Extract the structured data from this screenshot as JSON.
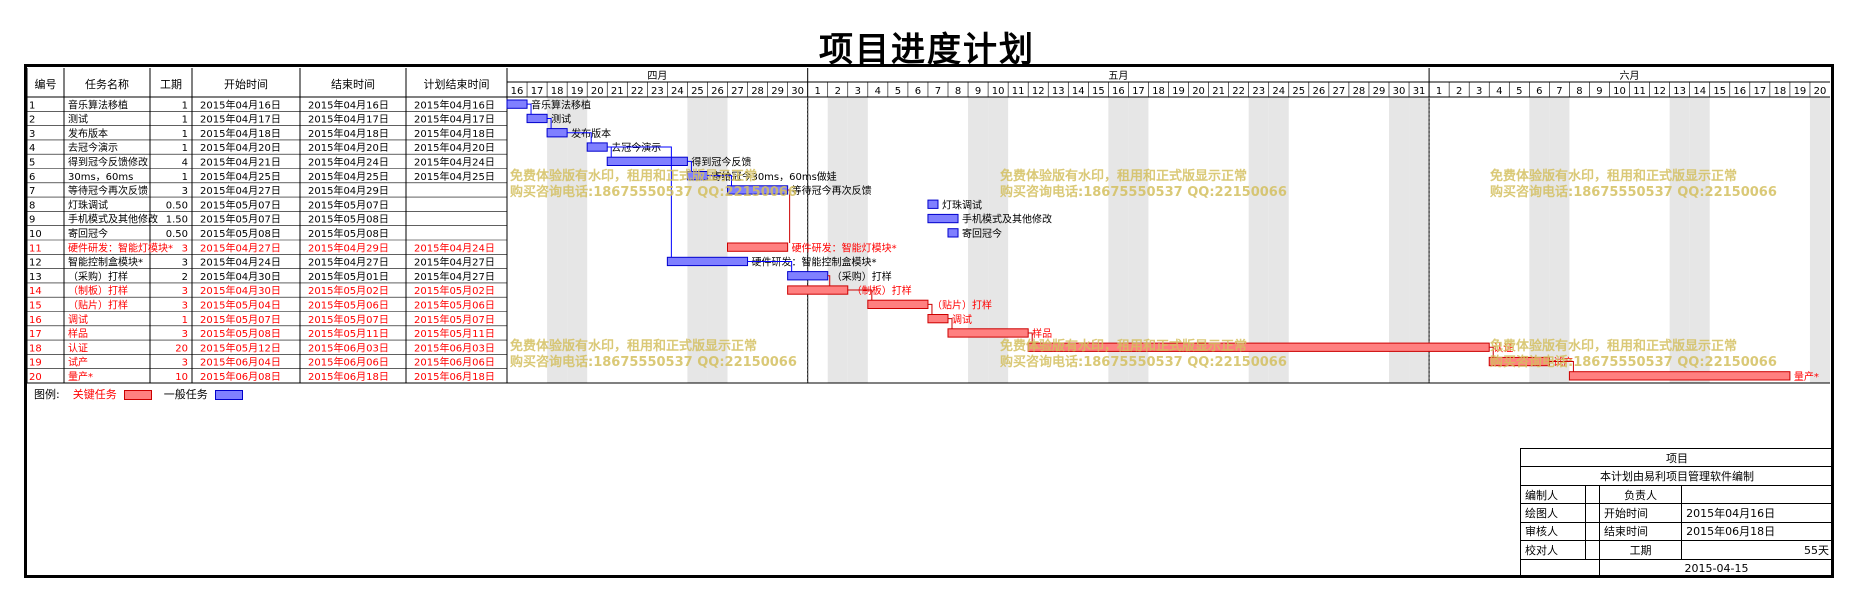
{
  "title": "项目进度计划",
  "columns": [
    "编号",
    "任务名称",
    "工期",
    "开始时间",
    "结束时间",
    "计划结束时间"
  ],
  "months": [
    "四月",
    "五月",
    "六月"
  ],
  "days": [
    16,
    17,
    18,
    19,
    20,
    21,
    22,
    23,
    24,
    25,
    26,
    27,
    28,
    29,
    30,
    1,
    2,
    3,
    4,
    5,
    6,
    7,
    8,
    9,
    10,
    11,
    12,
    13,
    14,
    15,
    16,
    17,
    18,
    19,
    20,
    21,
    22,
    23,
    24,
    25,
    26,
    27,
    28,
    29,
    30,
    31,
    1,
    2,
    3,
    4,
    5,
    6,
    7,
    8,
    9,
    10,
    11,
    12,
    13,
    14,
    15,
    16,
    17,
    18,
    19,
    20
  ],
  "weekend_days": [
    2,
    3,
    9,
    10,
    16,
    17,
    23,
    24,
    30,
    31,
    37,
    38,
    44,
    45,
    51,
    52,
    58,
    59,
    65
  ],
  "tasks": [
    {
      "id": "1",
      "name": "音乐算法移植",
      "duration": "1",
      "start": "2015年04月16日",
      "end": "2015年04月16日",
      "planned_end": "2015年04月16日",
      "critical": false,
      "bar_start": 0,
      "bar_len": 1,
      "bar_label": "音乐算法移植"
    },
    {
      "id": "2",
      "name": "测试",
      "duration": "1",
      "start": "2015年04月17日",
      "end": "2015年04月17日",
      "planned_end": "2015年04月17日",
      "critical": false,
      "bar_start": 1,
      "bar_len": 1,
      "bar_label": "测试"
    },
    {
      "id": "3",
      "name": "发布版本",
      "duration": "1",
      "start": "2015年04月18日",
      "end": "2015年04月18日",
      "planned_end": "2015年04月18日",
      "critical": false,
      "bar_start": 2,
      "bar_len": 1,
      "bar_label": "发布版本"
    },
    {
      "id": "4",
      "name": "去冠今演示",
      "duration": "1",
      "start": "2015年04月20日",
      "end": "2015年04月20日",
      "planned_end": "2015年04月20日",
      "critical": false,
      "bar_start": 4,
      "bar_len": 1,
      "bar_label": "去冠今演示"
    },
    {
      "id": "5",
      "name": "得到冠今反馈修改",
      "duration": "4",
      "start": "2015年04月21日",
      "end": "2015年04月24日",
      "planned_end": "2015年04月24日",
      "critical": false,
      "bar_start": 5,
      "bar_len": 4,
      "bar_label": "得到冠今反馈"
    },
    {
      "id": "6",
      "name": "30ms，60ms",
      "duration": "1",
      "start": "2015年04月25日",
      "end": "2015年04月25日",
      "planned_end": "2015年04月25日",
      "critical": false,
      "bar_start": 9,
      "bar_len": 1,
      "bar_label": "寄给冠今30ms，60ms做娃"
    },
    {
      "id": "7",
      "name": "等待冠今再次反馈",
      "duration": "3",
      "start": "2015年04月27日",
      "end": "2015年04月29日",
      "planned_end": "",
      "critical": false,
      "bar_start": 11,
      "bar_len": 3,
      "bar_label": "等待冠今再次反馈"
    },
    {
      "id": "8",
      "name": "灯珠调试",
      "duration": "0.50",
      "start": "2015年05月07日",
      "end": "2015年05月07日",
      "planned_end": "",
      "critical": false,
      "bar_start": 21,
      "bar_len": 0.5,
      "bar_label": "灯珠调试"
    },
    {
      "id": "9",
      "name": "手机模式及其他修改",
      "duration": "1.50",
      "start": "2015年05月07日",
      "end": "2015年05月08日",
      "planned_end": "",
      "critical": false,
      "bar_start": 21,
      "bar_len": 1.5,
      "bar_label": "手机模式及其他修改"
    },
    {
      "id": "10",
      "name": "寄回冠今",
      "duration": "0.50",
      "start": "2015年05月08日",
      "end": "2015年05月08日",
      "planned_end": "",
      "critical": false,
      "bar_start": 22,
      "bar_len": 0.5,
      "bar_label": "寄回冠今"
    },
    {
      "id": "11",
      "name": "硬件研发：智能灯模块*",
      "duration": "3",
      "start": "2015年04月27日",
      "end": "2015年04月29日",
      "planned_end": "2015年04月24日",
      "critical": true,
      "bar_start": 11,
      "bar_len": 3,
      "bar_label": "硬件研发：智能灯模块*"
    },
    {
      "id": "12",
      "name": "智能控制盒模块*",
      "duration": "3",
      "start": "2015年04月24日",
      "end": "2015年04月27日",
      "planned_end": "2015年04月27日",
      "critical": false,
      "bar_start": 8,
      "bar_len": 4,
      "bar_label": "硬件研发：智能控制盒模块*"
    },
    {
      "id": "13",
      "name": "（采购）打样",
      "duration": "2",
      "start": "2015年04月30日",
      "end": "2015年05月01日",
      "planned_end": "2015年04月27日",
      "critical": false,
      "bar_start": 14,
      "bar_len": 2,
      "bar_label": "（采购）打样"
    },
    {
      "id": "14",
      "name": "（制板）打样",
      "duration": "3",
      "start": "2015年04月30日",
      "end": "2015年05月02日",
      "planned_end": "2015年05月02日",
      "critical": true,
      "bar_start": 14,
      "bar_len": 3,
      "bar_label": "（制板）打样"
    },
    {
      "id": "15",
      "name": "（贴片）打样",
      "duration": "3",
      "start": "2015年05月04日",
      "end": "2015年05月06日",
      "planned_end": "2015年05月06日",
      "critical": true,
      "bar_start": 18,
      "bar_len": 3,
      "bar_label": "（贴片）打样"
    },
    {
      "id": "16",
      "name": "调试",
      "duration": "1",
      "start": "2015年05月07日",
      "end": "2015年05月07日",
      "planned_end": "2015年05月07日",
      "critical": true,
      "bar_start": 21,
      "bar_len": 1,
      "bar_label": "调试"
    },
    {
      "id": "17",
      "name": "样品",
      "duration": "3",
      "start": "2015年05月08日",
      "end": "2015年05月11日",
      "planned_end": "2015年05月11日",
      "critical": true,
      "bar_start": 22,
      "bar_len": 4,
      "bar_label": "样品"
    },
    {
      "id": "18",
      "name": "认证",
      "duration": "20",
      "start": "2015年05月12日",
      "end": "2015年06月03日",
      "planned_end": "2015年06月03日",
      "critical": true,
      "bar_start": 26,
      "bar_len": 23,
      "bar_label": "认证"
    },
    {
      "id": "19",
      "name": "试产",
      "duration": "3",
      "start": "2015年06月04日",
      "end": "2015年06月06日",
      "planned_end": "2015年06月06日",
      "critical": true,
      "bar_start": 49,
      "bar_len": 3,
      "bar_label": "试产"
    },
    {
      "id": "20",
      "name": "量产*",
      "duration": "10",
      "start": "2015年06月08日",
      "end": "2015年06月18日",
      "planned_end": "2015年06月18日",
      "critical": true,
      "bar_start": 53,
      "bar_len": 11,
      "bar_label": "量产*"
    }
  ],
  "watermark": {
    "line1": "免费体验版有水印，租用和正式版显示正常",
    "line2": "购买咨询电话:18675550537 QQ:22150066"
  },
  "legend": {
    "prefix": "图例:",
    "critical": "关键任务",
    "normal": "一般任务"
  },
  "info": {
    "header": "项目",
    "note": "本计划由易利项目管理软件编制",
    "editor_label": "编制人",
    "owner_label": "负责人",
    "drawer_label": "绘图人",
    "start_label": "开始时间",
    "start_value": "2015年04月16日",
    "reviewer_label": "审核人",
    "end_label": "结束时间",
    "end_value": "2015年06月18日",
    "checker_label": "校对人",
    "duration_label": "工期",
    "duration_value": "55天",
    "date": "2015-04-15"
  },
  "colors": {
    "critical": "#ff8080",
    "critical_border": "#cc0000",
    "normal": "#8080ff",
    "normal_border": "#0000cc",
    "critical_text": "#ff0000",
    "watermark": "#d4c060",
    "link": "#0000ff"
  }
}
